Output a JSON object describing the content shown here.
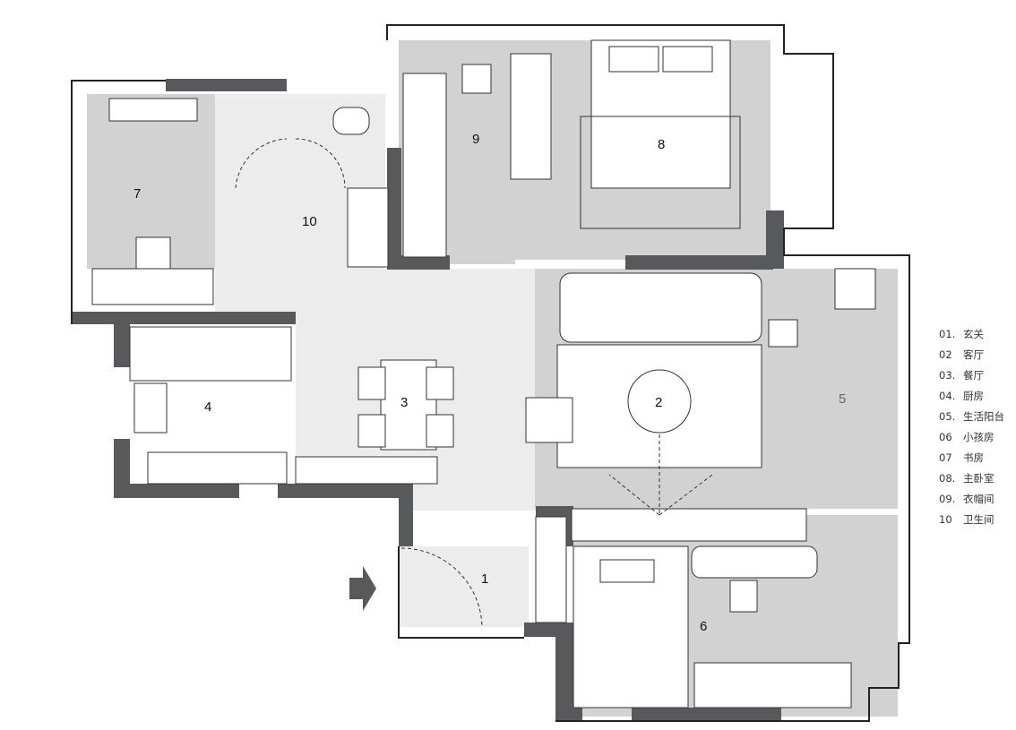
{
  "rooms": [
    {
      "id": "1",
      "name": "玄关"
    },
    {
      "id": "2",
      "name": "客厅"
    },
    {
      "id": "3",
      "name": "餐厅"
    },
    {
      "id": "4",
      "name": "厨房"
    },
    {
      "id": "5",
      "name": "生活阳台"
    },
    {
      "id": "6",
      "name": "小孩房"
    },
    {
      "id": "7",
      "name": "书房"
    },
    {
      "id": "8",
      "name": "主卧室"
    },
    {
      "id": "9",
      "name": "衣帽间"
    },
    {
      "id": "10",
      "name": "卫生间"
    }
  ],
  "legend": [
    {
      "num": "01.",
      "name": "玄关"
    },
    {
      "num": "02",
      "name": "客厅"
    },
    {
      "num": "03.",
      "name": "餐厅"
    },
    {
      "num": "04.",
      "name": "厨房"
    },
    {
      "num": "05.",
      "name": "生活阳台"
    },
    {
      "num": "06",
      "name": "小孩房"
    },
    {
      "num": "07",
      "name": "书房"
    },
    {
      "num": "08.",
      "name": "主卧室"
    },
    {
      "num": "09.",
      "name": "衣帽间"
    },
    {
      "num": "10",
      "name": "卫生间"
    }
  ],
  "colors": {
    "wall": "#58595b",
    "room": "#d2d2d3",
    "public": "#ececec",
    "furniture": "#ffffff"
  }
}
